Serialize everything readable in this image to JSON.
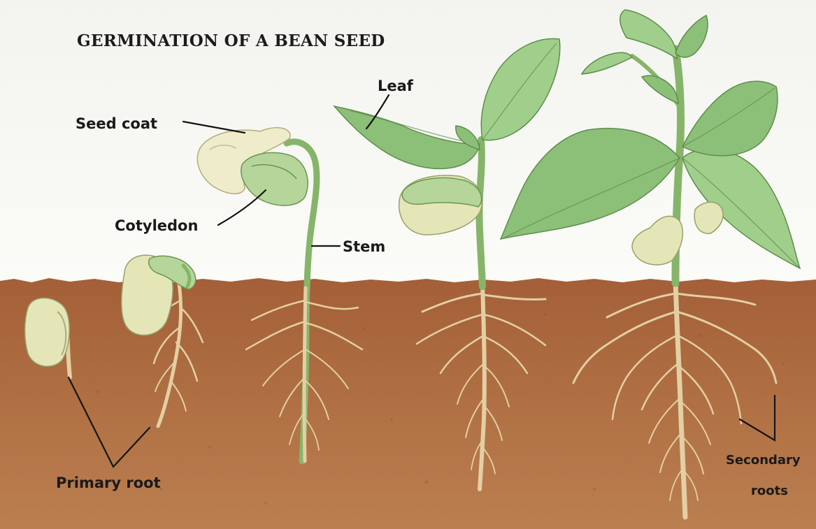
{
  "diagram": {
    "title": "GERMINATION OF A BEAN SEED",
    "labels": {
      "seed_coat": "Seed coat",
      "cotyledon": "Cotyledon",
      "stem": "Stem",
      "leaf": "Leaf",
      "primary_root": "Primary root",
      "secondary_line1": "Secondary",
      "secondary_line2": "roots"
    }
  },
  "colors": {
    "sky": "#f6f7f3",
    "soil": "#a8643c",
    "leaf": "#8cc079",
    "root": "#e3cfa4",
    "seed": "#e4e6b8"
  }
}
